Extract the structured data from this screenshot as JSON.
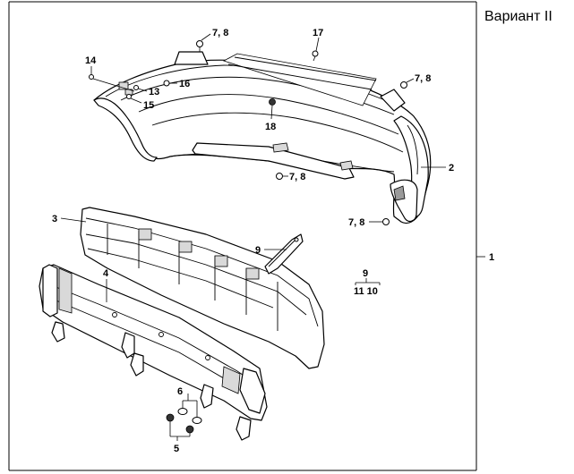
{
  "variant_label": "Вариант II",
  "callouts": {
    "c1": "1",
    "c2": "2",
    "c3": "3",
    "c4": "4",
    "c5": "5",
    "c6": "6",
    "c9_clip": "9",
    "c9_kit": "9",
    "c9_kit_sub": "11 10",
    "c13": "13",
    "c14": "14",
    "c15": "15",
    "c16": "16",
    "c17": "17",
    "c18": "18",
    "c78_top": "7, 8",
    "c78_right": "7, 8",
    "c78_bottom": "7, 8",
    "c78_side": "7, 8"
  }
}
